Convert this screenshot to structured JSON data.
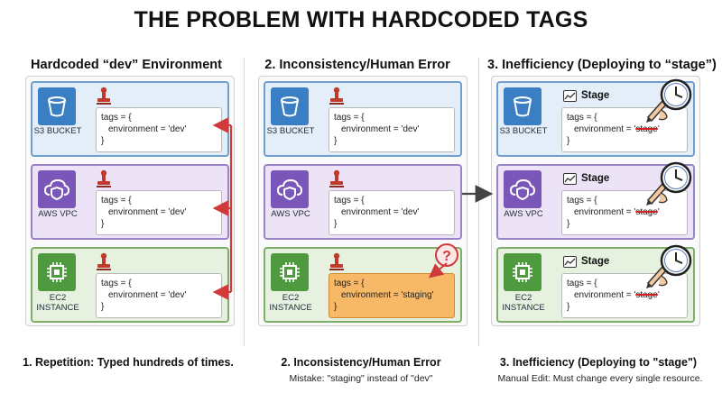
{
  "title": "THE PROBLEM WITH HARDCODED TAGS",
  "columns": [
    {
      "heading": "Hardcoded “dev” Environment",
      "footer": "1. Repetition: Typed hundreds of times.",
      "footer_sub": "",
      "resources": [
        {
          "label": "S3 BUCKET",
          "code": [
            "tags = {",
            "environment = 'dev'",
            "}"
          ]
        },
        {
          "label": "AWS VPC",
          "code": [
            "tags = {",
            "environment = 'dev'",
            "}"
          ]
        },
        {
          "label": "EC2\nINSTANCE",
          "code": [
            "tags = {",
            "environment = 'dev'",
            "}"
          ]
        }
      ]
    },
    {
      "heading": "2. Inconsistency/Human Error",
      "footer": "2. Inconsistency/Human Error",
      "footer_sub": "Mistake: \"staging\" instead of \"dev\"",
      "resources": [
        {
          "label": "S3 BUCKET",
          "code": [
            "tags = {",
            "environment = 'dev'",
            "}"
          ]
        },
        {
          "label": "AWS VPC",
          "code": [
            "tags = {",
            "environment = 'dev'",
            "}"
          ]
        },
        {
          "label": "EC2\nINSTANCE",
          "code": [
            "tags = {",
            "environment = 'staging'",
            "}"
          ],
          "error_mark": "?"
        }
      ]
    },
    {
      "heading": "3. Inefficiency (Deploying to “stage”)",
      "footer": "3. Inefficiency (Deploying to \"stage\")",
      "footer_sub": "Manual Edit: Must change every single resource.",
      "resources": [
        {
          "label": "S3 BUCKET",
          "tag": "Stage",
          "code": [
            "tags = {",
            "environment = '",
            "stage",
            "'",
            "}"
          ]
        },
        {
          "label": "AWS VPC",
          "tag": "Stage",
          "code": [
            "tags = {",
            "environment = '",
            "stage",
            "'",
            "}"
          ]
        },
        {
          "label": "EC2\nINSTANCE",
          "tag": "Stage",
          "code": [
            "tags = {",
            "environment = '",
            "stage",
            "'",
            "}"
          ]
        }
      ]
    }
  ],
  "colors": {
    "s3": "#3a7fc4",
    "vpc": "#7a56b8",
    "ec2": "#4f9a3f",
    "arrow_red": "#d03a3a",
    "warning": "#f7b968",
    "stamp": "#c0392b"
  },
  "icons": [
    "bucket-icon",
    "cloud-shield-icon",
    "chip-icon",
    "rubber-stamp-icon",
    "question-icon",
    "clock-icon",
    "pen-icon",
    "chart-icon"
  ]
}
